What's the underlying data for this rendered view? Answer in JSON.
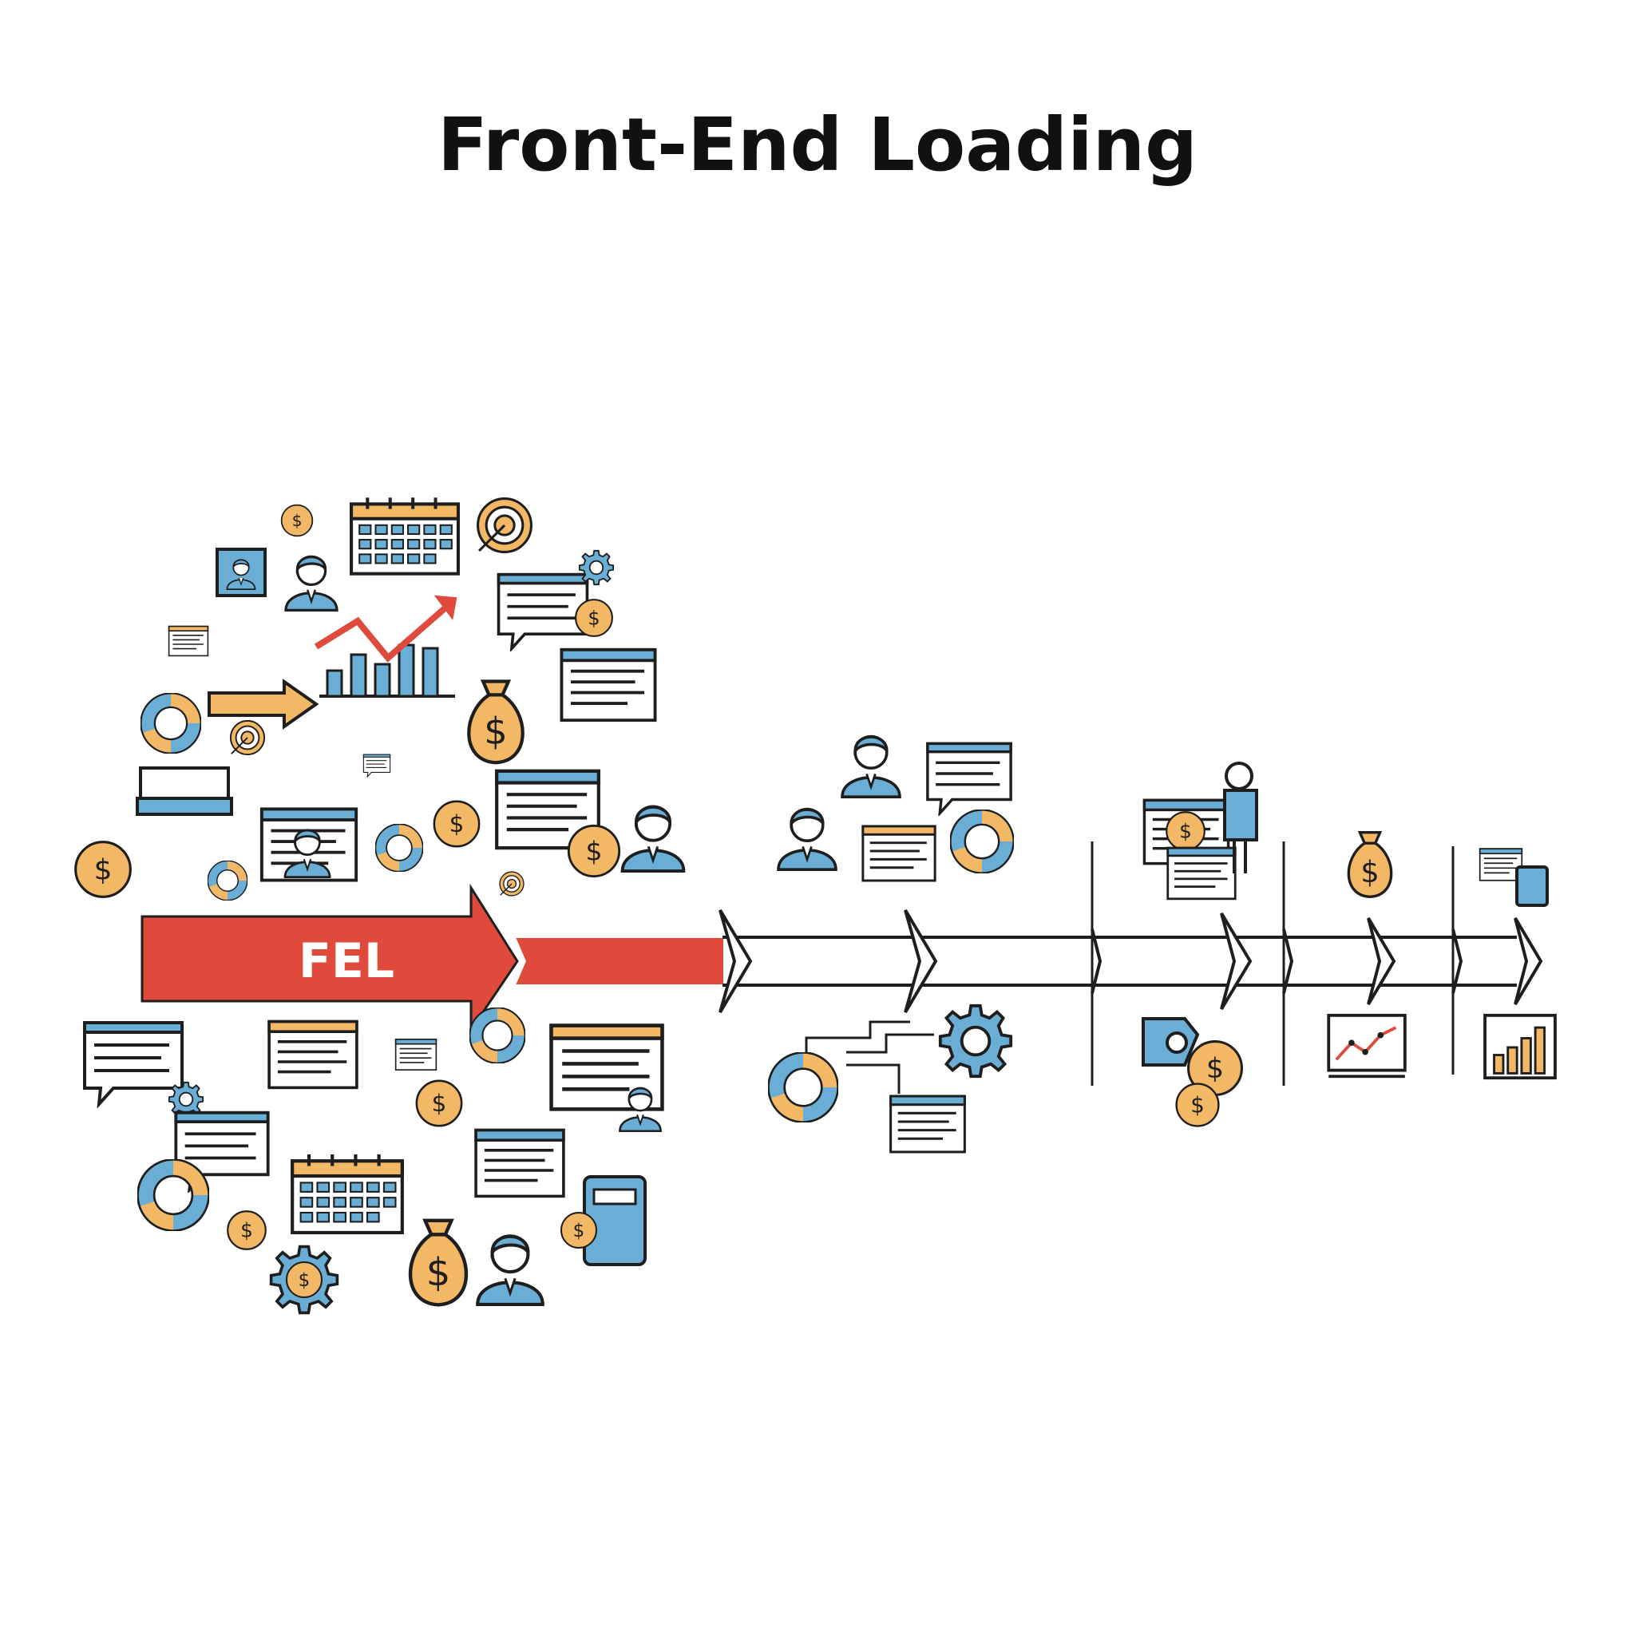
{
  "title": "Front-End Loading",
  "arrow_label": "FEL",
  "colors": {
    "fel_red": "#e04a3c",
    "icon_blue": "#6aaed6",
    "icon_orange": "#f2b865",
    "icon_red": "#e04a3c",
    "stroke": "#1e1e1e",
    "background": "#ffffff"
  },
  "timeline": {
    "segments": 4,
    "chevrons": 7
  },
  "icons": {
    "fel_cluster": [
      "money-bag-icon",
      "calendar-icon",
      "target-icon",
      "person-icon",
      "growth-chart-icon",
      "document-icon",
      "gear-icon",
      "dollar-coin-icon",
      "pie-chart-icon",
      "arrow-icon",
      "clock-icon",
      "presentation-icon",
      "magnifier-icon",
      "puzzle-icon"
    ],
    "stage_1_above": [
      "team-person-icon",
      "chat-document-icon",
      "donut-chart-icon"
    ],
    "stage_1_below": [
      "gear-icon",
      "flowchart-icon",
      "donut-chart-icon",
      "document-icon"
    ],
    "stage_2_above": [
      "browser-window-icon",
      "person-icon"
    ],
    "stage_2_below": [
      "checklist-badge-icon",
      "approval-icon"
    ],
    "stage_3_above": [
      "money-bag-icon"
    ],
    "stage_3_below": [
      "line-chart-icon"
    ],
    "stage_4_above": [
      "document-stack-icon"
    ],
    "stage_4_below": [
      "bar-chart-icon"
    ]
  }
}
